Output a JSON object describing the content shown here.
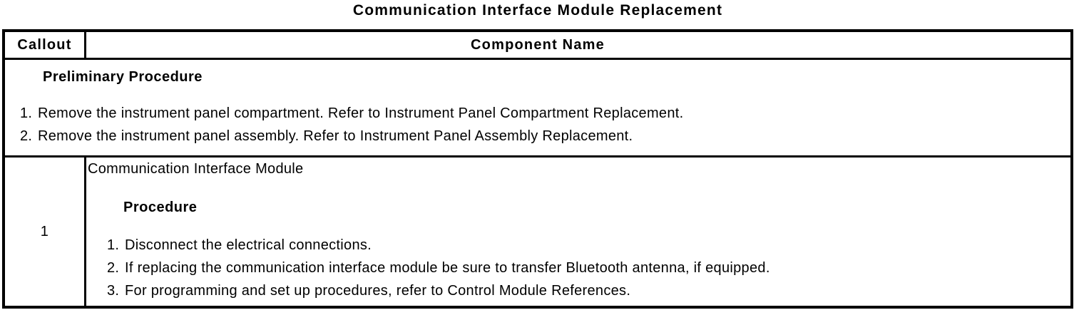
{
  "title": "Communication Interface Module Replacement",
  "colors": {
    "text": "#000000",
    "border": "#000000",
    "background": "#ffffff"
  },
  "table": {
    "header": {
      "callout": "Callout",
      "component": "Component Name"
    },
    "preliminary": {
      "heading": "Preliminary Procedure",
      "steps": [
        {
          "num": "1.",
          "text": "Remove the instrument panel compartment. Refer to Instrument Panel Compartment Replacement."
        },
        {
          "num": "2.",
          "text": "Remove the instrument panel assembly. Refer to Instrument Panel Assembly Replacement."
        }
      ]
    },
    "rows": [
      {
        "callout": "1",
        "component": "Communication Interface Module",
        "procedure_heading": "Procedure",
        "steps": [
          {
            "num": "1.",
            "text": "Disconnect the electrical connections."
          },
          {
            "num": "2.",
            "text": "If replacing the communication interface module be sure to transfer Bluetooth antenna, if equipped."
          },
          {
            "num": "3.",
            "text": "For programming and set up procedures, refer to Control Module References."
          }
        ]
      }
    ]
  }
}
